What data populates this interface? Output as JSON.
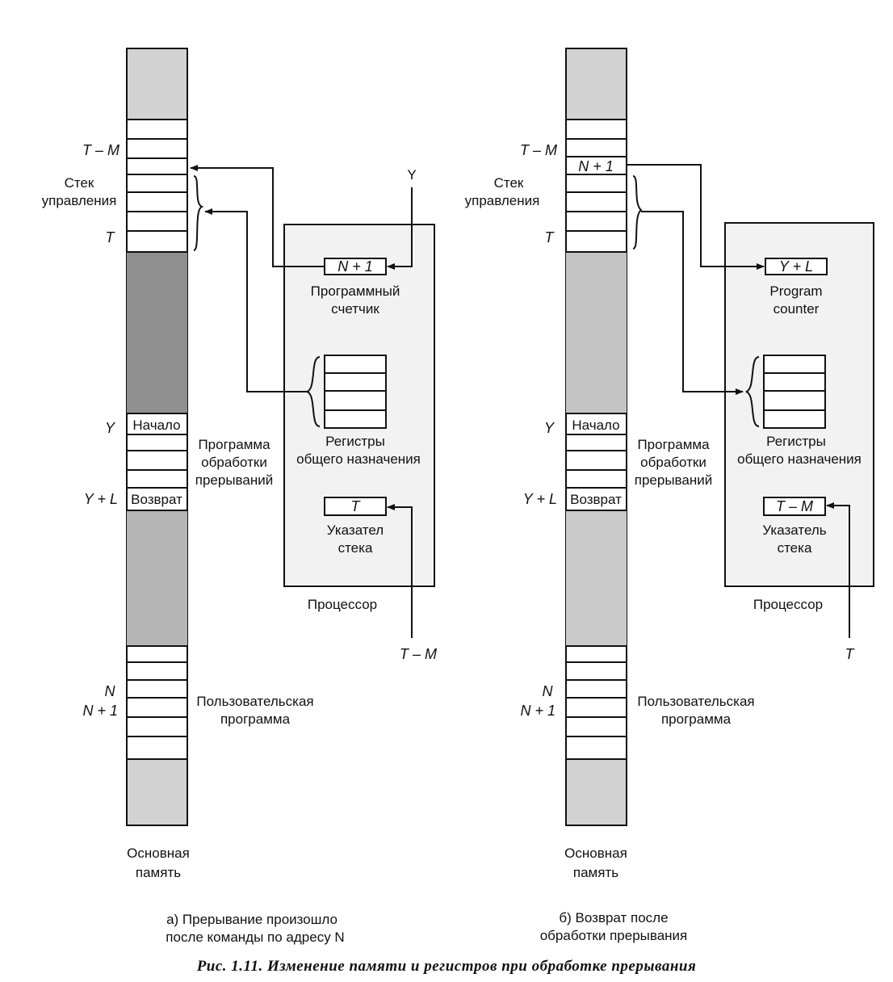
{
  "caption": "Рис. 1.11. Изменение памяти и регистров при обработке прерывания",
  "colors": {
    "ink": "#111111",
    "shade": "#cfcfcf",
    "dark_shade": "#8f8f8f",
    "panel": "#f2f2f2"
  },
  "left": {
    "mem_labels": {
      "tm": "T – M",
      "stack1": "Стек",
      "stack2": "управления",
      "t": "T",
      "y": "Y",
      "yl": "Y + L",
      "n": "N",
      "n1": "N + 1"
    },
    "cells": {
      "start": "Начало",
      "return": "Возврат"
    },
    "mem_title": [
      "Основная",
      "память"
    ],
    "handler": [
      "Программа",
      "обработки",
      "прерываний"
    ],
    "user_program": [
      "Пользовательская",
      "программа"
    ],
    "input_top": "Y",
    "input_bottom": "T – M",
    "pc_value": "N + 1",
    "pc_label": [
      "Программный",
      "счетчик"
    ],
    "regs_label": [
      "Регистры",
      "общего назначения"
    ],
    "sp_value": "T",
    "sp_label": [
      "Указател",
      "стека"
    ],
    "cpu_label": "Процессор",
    "subcaption": [
      "а) Прерывание произошло",
      "после команды по адресу N"
    ]
  },
  "right": {
    "mem_labels": {
      "tm": "T – M",
      "stack1": "Стек",
      "stack2": "управления",
      "t": "T",
      "y": "Y",
      "yl": "Y + L",
      "n": "N",
      "n1": "N + 1"
    },
    "cells": {
      "start": "Начало",
      "return": "Возврат",
      "stack_value": "N + 1"
    },
    "mem_title": [
      "Основная",
      "память"
    ],
    "handler": [
      "Программа",
      "обработки",
      "прерываний"
    ],
    "user_program": [
      "Пользовательская",
      "программа"
    ],
    "input_bottom": "T",
    "pc_value": "Y + L",
    "pc_label": [
      "Program",
      "counter"
    ],
    "regs_label": [
      "Регистры",
      "общего назначения"
    ],
    "sp_value": "T – M",
    "sp_label": [
      "Указатель",
      "стека"
    ],
    "cpu_label": "Процессор",
    "subcaption": [
      "б) Возврат после",
      "обработки прерывания"
    ]
  }
}
